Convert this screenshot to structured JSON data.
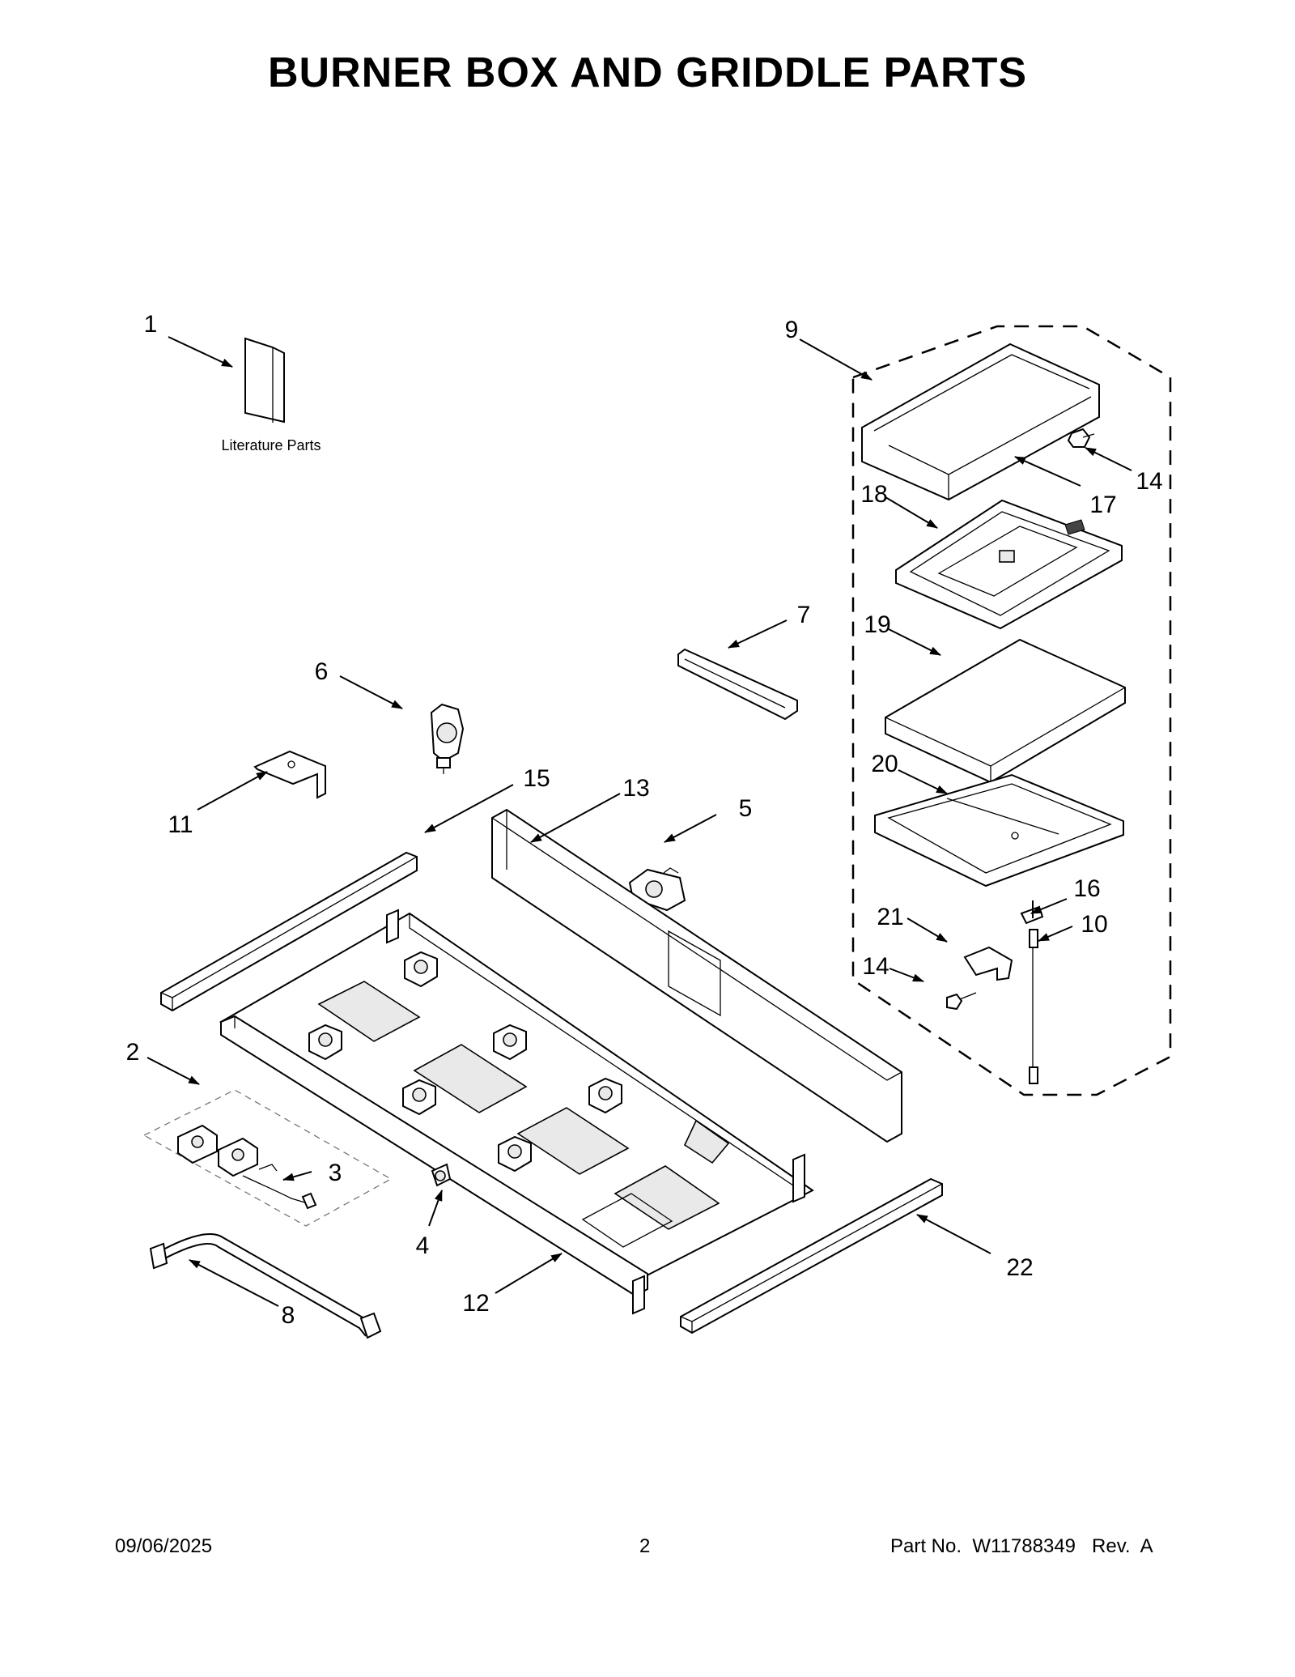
{
  "title": "BURNER BOX AND GRIDDLE PARTS",
  "literature_caption": "Literature Parts",
  "callouts": {
    "c1": "1",
    "c2": "2",
    "c3": "3",
    "c4": "4",
    "c5": "5",
    "c6": "6",
    "c7": "7",
    "c8": "8",
    "c9": "9",
    "c10": "10",
    "c11": "11",
    "c12": "12",
    "c13": "13",
    "c14a": "14",
    "c14b": "14",
    "c15": "15",
    "c16": "16",
    "c17": "17",
    "c18": "18",
    "c19": "19",
    "c20": "20",
    "c21": "21",
    "c22": "22"
  },
  "footer": {
    "date": "09/06/2025",
    "page": "2",
    "part_no": "Part No.  W11788349   Rev.  A"
  }
}
